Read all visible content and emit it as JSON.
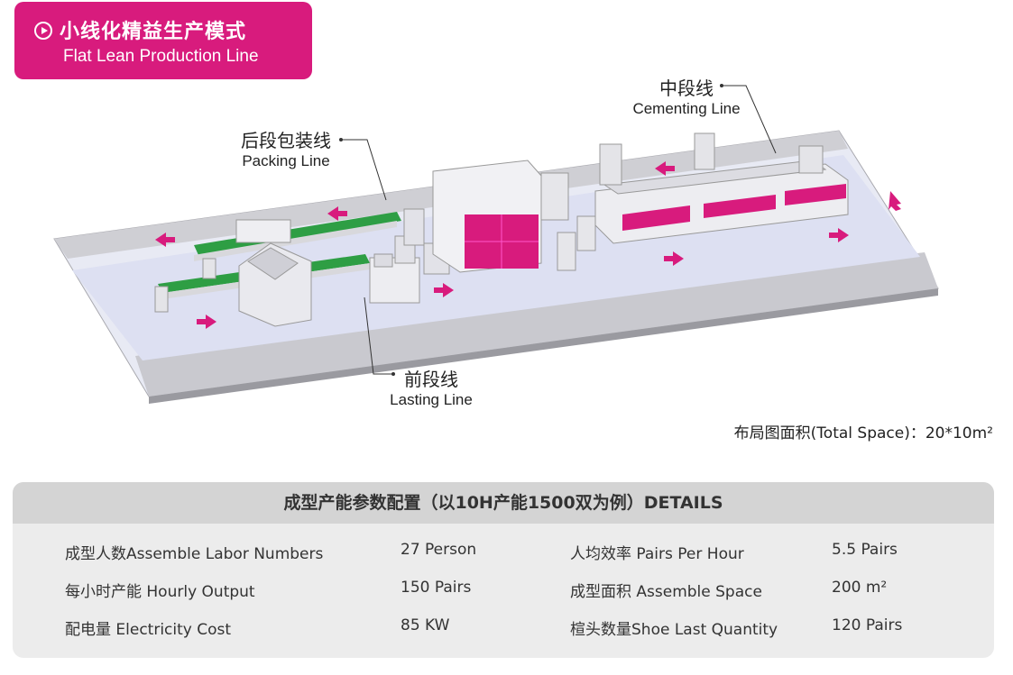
{
  "header": {
    "title_cn": "小线化精益生产模式",
    "title_en": "Flat Lean Production Line"
  },
  "callouts": {
    "cementing": {
      "cn": "中段线",
      "en": "Cementing Line"
    },
    "packing": {
      "cn": "后段包装线",
      "en": "Packing Line"
    },
    "lasting": {
      "cn": "前段线",
      "en": "Lasting Line"
    }
  },
  "total_space": "布局图面积(Total Space)：20*10m²",
  "details": {
    "title": "成型产能参数配置（以10H产能1500双为例）DETAILS",
    "rows": [
      {
        "label1": "成型人数Assemble Labor Numbers",
        "value1": "27 Person",
        "label2": "人均效率 Pairs Per Hour",
        "value2": "5.5 Pairs"
      },
      {
        "label1": "每小时产能 Hourly Output",
        "value1": "150 Pairs",
        "label2": "成型面积 Assemble Space",
        "value2": "200 m²"
      },
      {
        "label1": "配电量 Electricity Cost",
        "value1": "85 KW",
        "label2": "楦头数量Shoe Last Quantity",
        "value2": "120 Pairs"
      }
    ]
  },
  "colors": {
    "brand": "#d81b7d",
    "conveyor": "#2e9e44",
    "floor": "#e6e8f4"
  }
}
